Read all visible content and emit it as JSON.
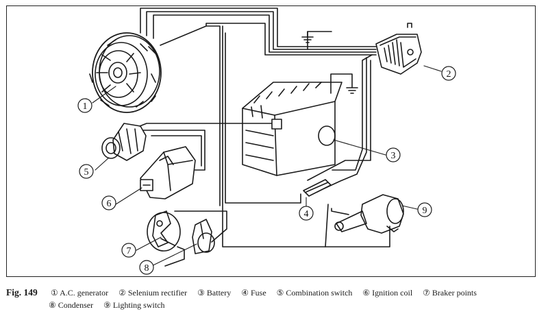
{
  "diagram": {
    "components": [
      {
        "num": "1",
        "glyph": "①",
        "name": "A.C. generator"
      },
      {
        "num": "2",
        "glyph": "②",
        "name": "Selenium rectifier"
      },
      {
        "num": "3",
        "glyph": "③",
        "name": "Battery"
      },
      {
        "num": "4",
        "glyph": "④",
        "name": "Fuse"
      },
      {
        "num": "5",
        "glyph": "⑤",
        "name": "Combination switch"
      },
      {
        "num": "6",
        "glyph": "⑥",
        "name": "Ignition coil"
      },
      {
        "num": "7",
        "glyph": "⑦",
        "name": "Braker points"
      },
      {
        "num": "8",
        "glyph": "⑧",
        "name": "Condenser"
      },
      {
        "num": "9",
        "glyph": "⑨",
        "name": "Lighting switch"
      }
    ]
  },
  "caption": {
    "figure_label": "Fig. 149",
    "line1": [
      "① A.C. generator",
      "② Selenium rectifier",
      "③ Battery",
      "④ Fuse",
      "⑤ Combination switch",
      "⑥ Ignition coil",
      "⑦ Braker points"
    ],
    "line2": [
      "⑧ Condenser",
      "⑨ Lighting switch"
    ]
  }
}
